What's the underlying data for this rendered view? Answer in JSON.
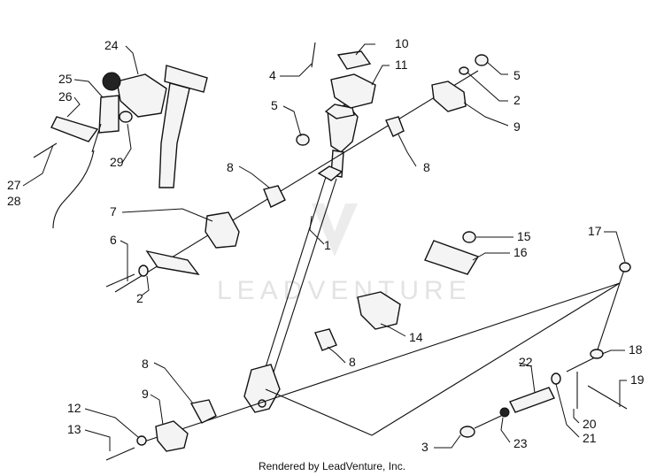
{
  "callouts": [
    "1",
    "2",
    "3",
    "4",
    "5",
    "6",
    "7",
    "8",
    "9",
    "10",
    "11",
    "12",
    "13",
    "14",
    "15",
    "16",
    "17",
    "18",
    "19",
    "20",
    "21",
    "22",
    "23",
    "24",
    "25",
    "26",
    "27",
    "28",
    "29"
  ],
  "watermark": "LEADVENTURE",
  "footer": "Rendered by LeadVenture, Inc."
}
